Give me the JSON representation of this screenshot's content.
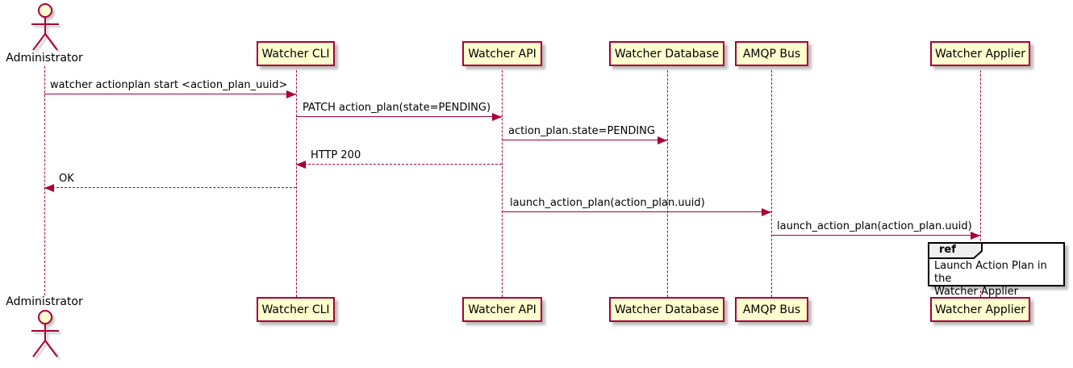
{
  "diagram": {
    "kind": "sequence-diagram"
  },
  "colors": {
    "participant_fill": "#FEFECE",
    "participant_border": "#A80036",
    "lifeline": "#A80036",
    "arrow": "#A80036",
    "text": "#000000",
    "ref_border": "#000000",
    "ref_header_fill": "#EEEEEE"
  },
  "participants": [
    {
      "label": "Administrator",
      "kind": "actor"
    },
    {
      "label": "Watcher CLI",
      "kind": "participant"
    },
    {
      "label": "Watcher API",
      "kind": "participant"
    },
    {
      "label": "Watcher Database",
      "kind": "participant"
    },
    {
      "label": "AMQP Bus",
      "kind": "participant"
    },
    {
      "label": "Watcher Applier",
      "kind": "participant"
    }
  ],
  "messages": [
    {
      "from": "Administrator",
      "to": "Watcher CLI",
      "text": "watcher actionplan start <action_plan_uuid>",
      "line": "solid",
      "direction": "right"
    },
    {
      "from": "Watcher CLI",
      "to": "Watcher API",
      "text": "PATCH action_plan(state=PENDING)",
      "line": "solid",
      "direction": "right"
    },
    {
      "from": "Watcher API",
      "to": "Watcher Database",
      "text": "action_plan.state=PENDING",
      "line": "solid",
      "direction": "right"
    },
    {
      "from": "Watcher API",
      "to": "Watcher CLI",
      "text": "HTTP 200",
      "line": "dashed",
      "direction": "left"
    },
    {
      "from": "Watcher CLI",
      "to": "Administrator",
      "text": "OK",
      "line": "dashed",
      "direction": "left"
    },
    {
      "from": "Watcher API",
      "to": "AMQP Bus",
      "text": "launch_action_plan(action_plan.uuid)",
      "line": "solid",
      "direction": "right"
    },
    {
      "from": "AMQP Bus",
      "to": "Watcher Applier",
      "text": "launch_action_plan(action_plan.uuid)",
      "line": "solid",
      "direction": "right"
    }
  ],
  "ref": {
    "keyword": "ref",
    "text": "Launch Action Plan in the\nWatcher Applier"
  }
}
